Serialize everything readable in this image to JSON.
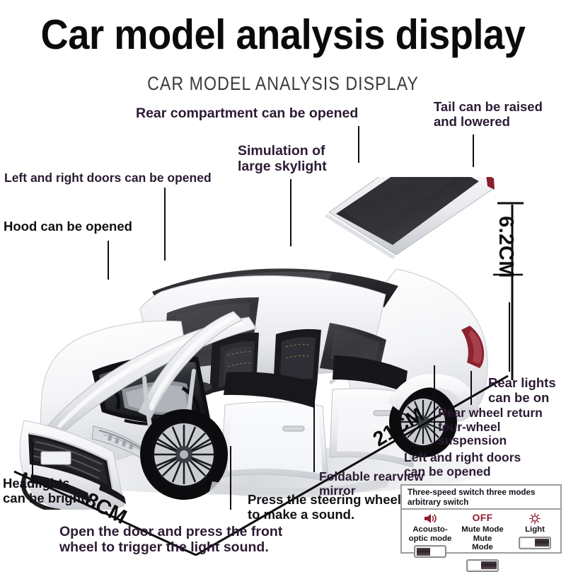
{
  "header": {
    "title": "Car model analysis display",
    "subtitle": "CAR MODEL ANALYSIS DISPLAY"
  },
  "callouts": [
    {
      "id": "rear-compartment",
      "text": "Rear compartment can be opened"
    },
    {
      "id": "tail-raise",
      "text": "Tail can be raised\nand lowered"
    },
    {
      "id": "skylight",
      "text": "Simulation of\nlarge skylight"
    },
    {
      "id": "doors-top",
      "text": "Left and right doors can be opened"
    },
    {
      "id": "hood",
      "text": "Hood can be opened"
    },
    {
      "id": "rear-lights",
      "text": "Rear lights\ncan be on"
    },
    {
      "id": "rear-suspension",
      "text": "Rear wheel return\nfour-wheel\nsuspension"
    },
    {
      "id": "doors-bottom",
      "text": "Left and right doors\ncan be opened"
    },
    {
      "id": "rearview-mirror",
      "text": "Foldable rearview\nmirror"
    },
    {
      "id": "steering-wheel",
      "text": "Press the steering wheel\nto make a sound."
    },
    {
      "id": "headlights",
      "text": "Headlights\ncan be bright"
    },
    {
      "id": "door-front-wheel",
      "text": "Open the door and press the front\nwheel to trigger the light sound."
    }
  ],
  "dimensions": {
    "length": "21CM",
    "width": "8CM",
    "height": "6.2CM"
  },
  "switch_panel": {
    "heading": "Three-speed switch three modes\narbitrary switch",
    "modes": [
      {
        "icon": "speaker-icon",
        "icon_glyph": "🔊",
        "label": "Acousto-optic mode",
        "position": "left"
      },
      {
        "icon": "off-text",
        "icon_glyph": "OFF",
        "label": "Mute Mode Mute\nMode",
        "position": "center"
      },
      {
        "icon": "light-icon",
        "icon_glyph": "☀",
        "label": "Light",
        "position": "right"
      }
    ],
    "accent_color": "#8d1f2d",
    "border_color": "#9d9d9d"
  },
  "colors": {
    "title": "#0b0b0b",
    "subtitle": "#3a3a3a",
    "callout_purple": "#2c1b33",
    "callout_dark": "#121014",
    "leader_line": "#101010",
    "car_body": "#ffffff",
    "car_glass": "#2a2a2c"
  }
}
